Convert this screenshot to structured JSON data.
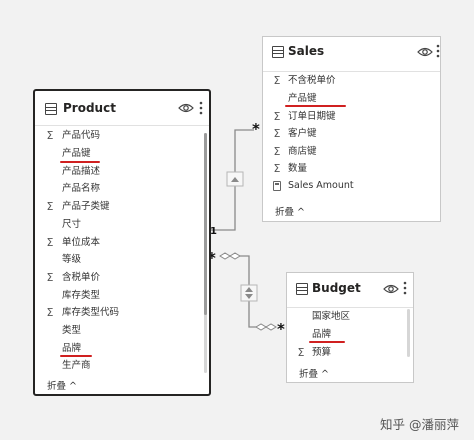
{
  "product": {
    "title": "Product",
    "fields": [
      {
        "label": "产品代码",
        "icon": "sigma-icon"
      },
      {
        "label": "产品键",
        "icon": "none",
        "highlighted": true
      },
      {
        "label": "产品描述",
        "icon": "none"
      },
      {
        "label": "产品名称",
        "icon": "none"
      },
      {
        "label": "产品子类键",
        "icon": "sigma-icon"
      },
      {
        "label": "尺寸",
        "icon": "none"
      },
      {
        "label": "单位成本",
        "icon": "sigma-icon"
      },
      {
        "label": "等级",
        "icon": "none"
      },
      {
        "label": "含税单价",
        "icon": "sigma-icon"
      },
      {
        "label": "库存类型",
        "icon": "none"
      },
      {
        "label": "库存类型代码",
        "icon": "sigma-icon"
      },
      {
        "label": "类型",
        "icon": "none"
      },
      {
        "label": "品牌",
        "icon": "none",
        "highlighted": true
      },
      {
        "label": "生产商",
        "icon": "none"
      }
    ],
    "collapse_label": "折叠 ^"
  },
  "sales": {
    "title": "Sales",
    "fields": [
      {
        "label": "不含税单价",
        "icon": "sigma-icon"
      },
      {
        "label": "产品键",
        "icon": "none",
        "highlighted": true
      },
      {
        "label": "订单日期键",
        "icon": "sigma-icon"
      },
      {
        "label": "客户键",
        "icon": "sigma-icon"
      },
      {
        "label": "商店键",
        "icon": "sigma-icon"
      },
      {
        "label": "数量",
        "icon": "sigma-icon"
      },
      {
        "label": "Sales Amount",
        "icon": "calculator-icon"
      }
    ],
    "collapse_label": "折叠 ^"
  },
  "budget": {
    "title": "Budget",
    "fields": [
      {
        "label": "国家地区",
        "icon": "none"
      },
      {
        "label": "品牌",
        "icon": "none",
        "highlighted": true
      },
      {
        "label": "预算",
        "icon": "sigma-icon"
      }
    ],
    "collapse_label": "折叠 ^"
  },
  "relationships": {
    "product_sales": {
      "from_cardinality": "1",
      "to_cardinality": "*"
    },
    "product_budget": {
      "from_cardinality": "*",
      "to_cardinality": "*"
    }
  },
  "watermark": "知乎 @潘丽萍",
  "colors": {
    "highlight_underline": "#d02020",
    "line": "#8a8a8a",
    "background": "#f2f2f2"
  }
}
